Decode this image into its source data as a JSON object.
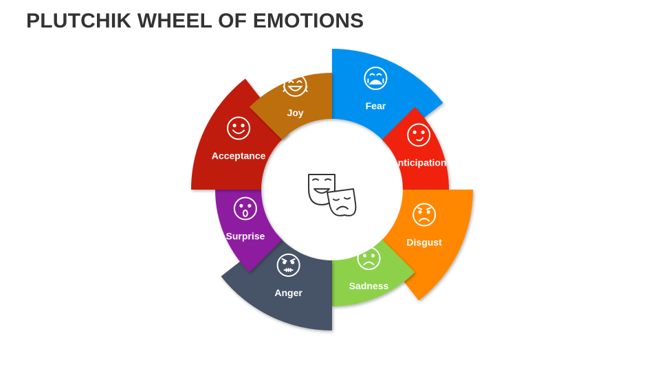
{
  "title": "PLUTCHIK WHEEL OF EMOTIONS",
  "center_icon": "theater-masks-icon",
  "segments": [
    {
      "label": "Fear",
      "color": "#0091F0",
      "icon": "crying-face-icon"
    },
    {
      "label": "Anticipation",
      "color": "#F02008",
      "icon": "smirk-face-icon"
    },
    {
      "label": "Disgust",
      "color": "#FF8800",
      "icon": "disgusted-face-icon"
    },
    {
      "label": "Sadness",
      "color": "#8DD14B",
      "icon": "sad-face-icon"
    },
    {
      "label": "Anger",
      "color": "#465366",
      "icon": "angry-face-icon"
    },
    {
      "label": "Surprise",
      "color": "#8E1FA0",
      "icon": "surprised-face-icon"
    },
    {
      "label": "Acceptance",
      "color": "#C01E0A",
      "icon": "smiling-face-icon"
    },
    {
      "label": "Joy",
      "color": "#BD6E08",
      "icon": "laughing-face-icon"
    }
  ]
}
